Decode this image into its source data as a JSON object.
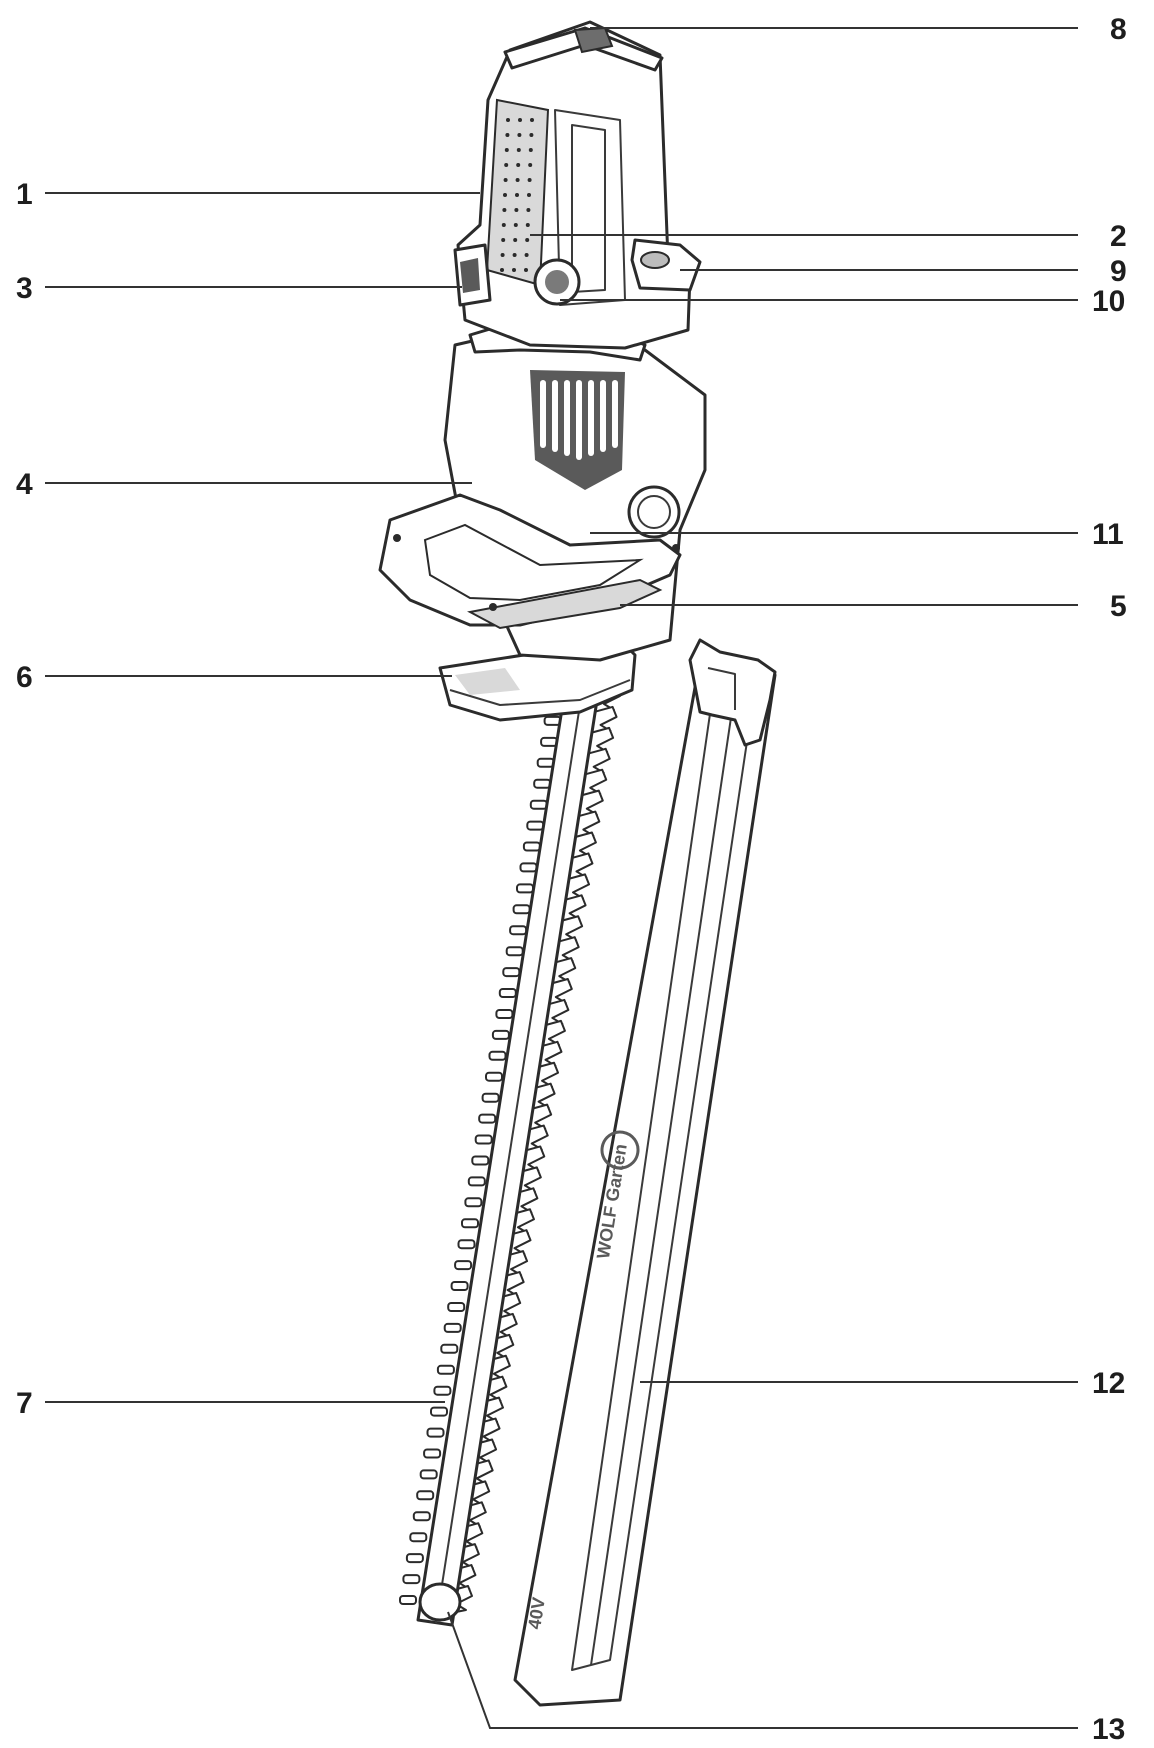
{
  "callouts": [
    {
      "id": "1",
      "label": "1"
    },
    {
      "id": "2",
      "label": "2"
    },
    {
      "id": "3",
      "label": "3"
    },
    {
      "id": "4",
      "label": "4"
    },
    {
      "id": "5",
      "label": "5"
    },
    {
      "id": "6",
      "label": "6"
    },
    {
      "id": "7",
      "label": "7"
    },
    {
      "id": "8",
      "label": "8"
    },
    {
      "id": "9",
      "label": "9"
    },
    {
      "id": "10",
      "label": "10"
    },
    {
      "id": "11",
      "label": "11"
    },
    {
      "id": "12",
      "label": "12"
    },
    {
      "id": "13",
      "label": "13"
    }
  ],
  "sheath": {
    "brand_text": "WOLF Garten",
    "voltage_text": "40V"
  },
  "colors": {
    "line": "#2b2b2b",
    "shade": "#d9d9d9",
    "label": "#1e1e1e"
  }
}
